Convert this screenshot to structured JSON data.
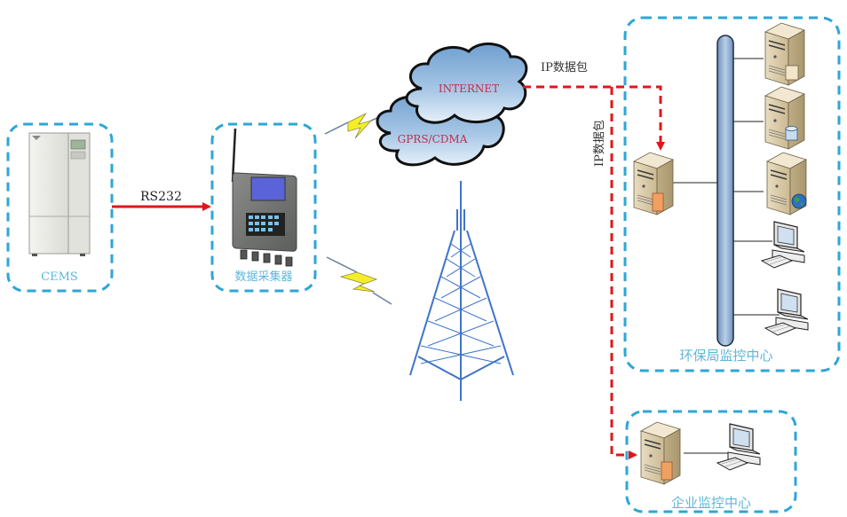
{
  "diagram": {
    "nodes": {
      "cems": {
        "label": "CEMS"
      },
      "collector": {
        "label": "数据采集器"
      },
      "internet": {
        "label": "INTERNET"
      },
      "gprs": {
        "label": "GPRS/CDMA"
      },
      "epb_center": {
        "label": "环保局监控中心"
      },
      "enterprise_center": {
        "label": "企业监控中心"
      }
    },
    "edges": {
      "rs232": {
        "label": "RS232"
      },
      "ip_packet_top": {
        "label": "IP数据包"
      },
      "ip_packet_vertical": {
        "label": "IP数据包"
      }
    },
    "colors": {
      "group_border": "#2ea6d6",
      "label_blue": "#5fb6d9",
      "arrow_red": "#e0161b",
      "tower_blue": "#3f74c9",
      "bus_blue": "#9db8d6"
    }
  }
}
